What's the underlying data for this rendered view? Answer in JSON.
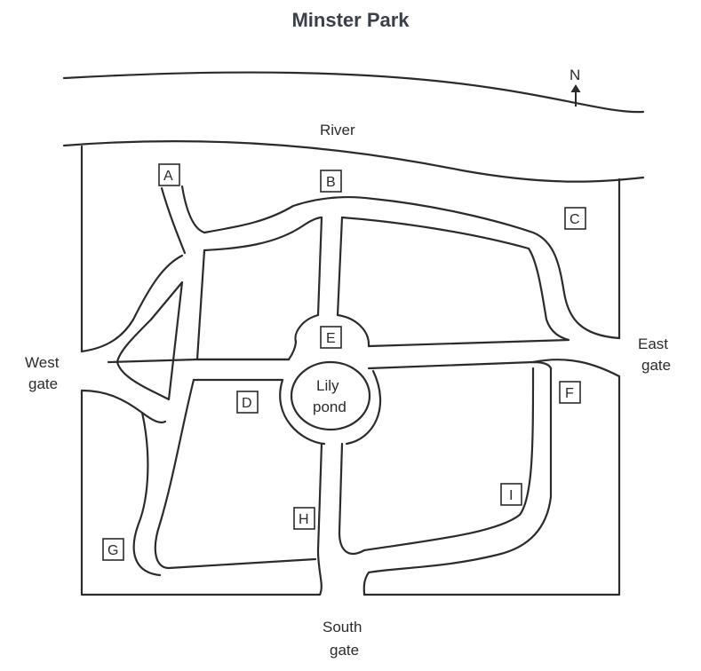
{
  "title": "Minster Park",
  "compass": "N",
  "features": {
    "river": "River",
    "west_gate": [
      "West",
      "gate"
    ],
    "east_gate": [
      "East",
      "gate"
    ],
    "south_gate": [
      "South",
      "gate"
    ],
    "pond": [
      "Lily",
      "pond"
    ]
  },
  "markers": [
    "A",
    "B",
    "C",
    "D",
    "E",
    "F",
    "G",
    "H",
    "I"
  ],
  "colors": {
    "ink": "#2b2b2b",
    "title": "#3a3f4a",
    "paper": "#ffffff"
  }
}
